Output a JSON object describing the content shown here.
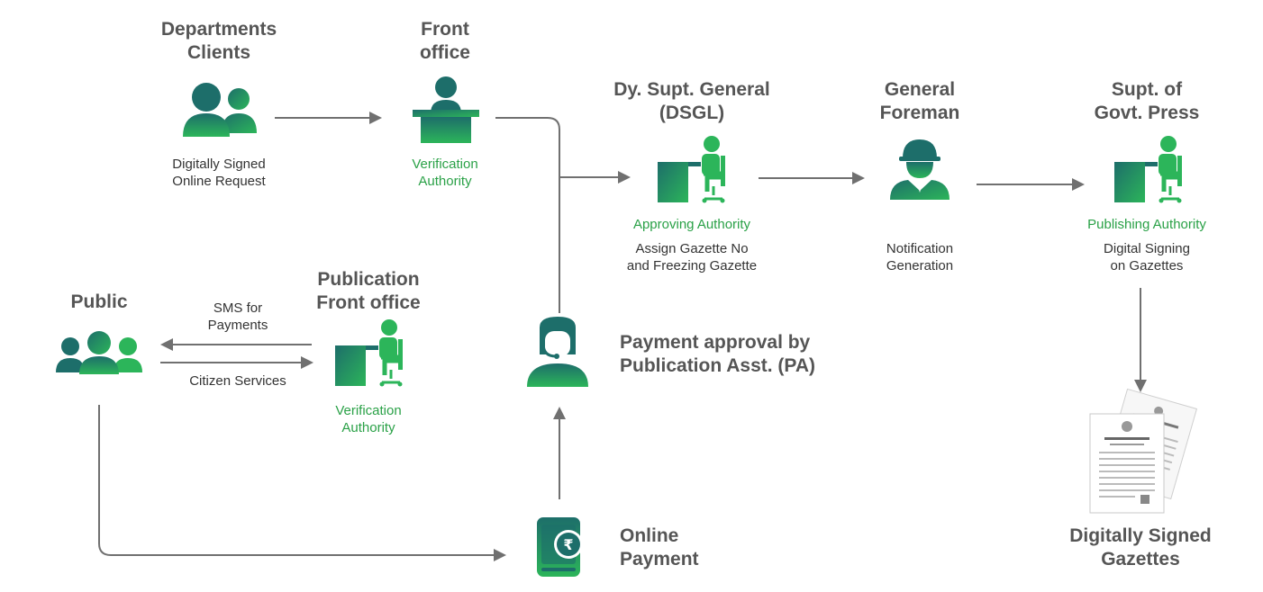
{
  "colors": {
    "teal": "#1d6e6a",
    "green": "#2cb55a",
    "arrow": "#707070",
    "title": "#555555",
    "role": "#2aa147"
  },
  "nodes": {
    "departments": {
      "title_1": "Departments",
      "title_2": "Clients",
      "desc_1": "Digitally Signed",
      "desc_2": "Online Request",
      "icon": "users-icon"
    },
    "front_office": {
      "title_1": "Front",
      "title_2": "office",
      "role_1": "Verification",
      "role_2": "Authority",
      "icon": "desk-officer-icon"
    },
    "dsgl": {
      "title_1": "Dy. Supt. General",
      "title_2": "(DSGL)",
      "role": "Approving Authority",
      "desc_1": "Assign Gazette No",
      "desc_2": "and Freezing Gazette",
      "icon": "workstation-icon"
    },
    "foreman": {
      "title_1": "General",
      "title_2": "Foreman",
      "desc_1": "Notification",
      "desc_2": "Generation",
      "icon": "engineer-icon"
    },
    "supt": {
      "title_1": "Supt. of",
      "title_2": "Govt. Press",
      "role": "Publishing Authority",
      "desc_1": "Digital Signing",
      "desc_2": "on Gazettes",
      "icon": "workstation-icon"
    },
    "public": {
      "title": "Public",
      "icon": "group-icon"
    },
    "pub_front_office": {
      "title_1": "Publication",
      "title_2": "Front office",
      "role_1": "Verification",
      "role_2": "Authority",
      "icon": "workstation-icon"
    },
    "payment_approval": {
      "title_1": "Payment approval by",
      "title_2": "Publication Asst. (PA)",
      "icon": "support-agent-icon"
    },
    "online_payment": {
      "title_1": "Online",
      "title_2": "Payment",
      "icon": "rupee-wallet-icon"
    },
    "gazettes": {
      "title_1": "Digitally Signed",
      "title_2": "Gazettes",
      "icon": "gazette-document-icon"
    }
  },
  "arrows": {
    "sms_1": "SMS for",
    "sms_2": "Payments",
    "citizen": "Citizen Services"
  }
}
